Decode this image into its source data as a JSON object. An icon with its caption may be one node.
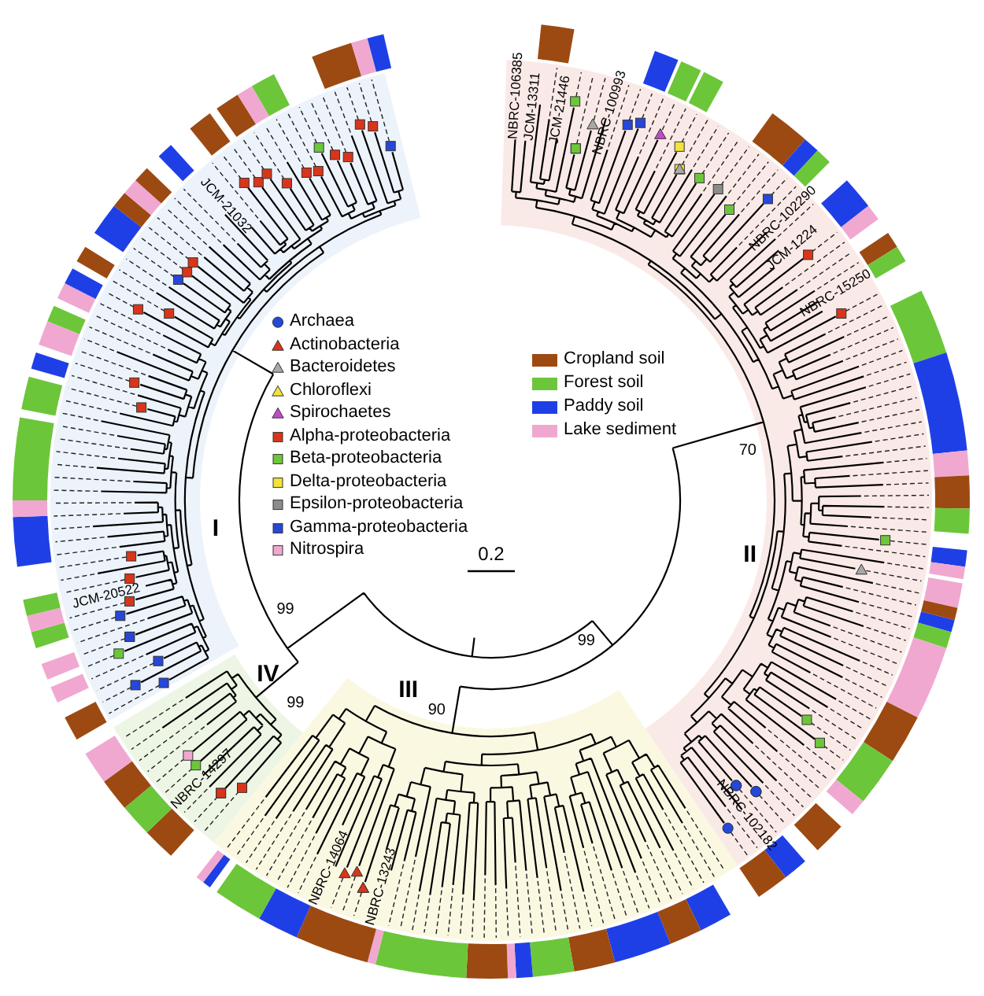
{
  "diagram": {
    "labels": [
      "JCM-21032",
      "NBRC-106385",
      "JCM-13311",
      "JCM-21446",
      "NBRC-100993",
      "NBRC-102290",
      "JCM-1224",
      "NBRC-15250",
      "0.2",
      "I",
      "II",
      "99",
      "99",
      "IV",
      "III",
      "90",
      "99",
      "70",
      "JCM-20522",
      "NBRC-14297",
      "NBRC-14064",
      "NBRC-13243",
      "NBRC-102182"
    ],
    "legend": [
      {
        "text": "Archaea"
      },
      {
        "text": "Actinobacteria"
      },
      {
        "text": "Bacteroidetes"
      },
      {
        "text": "Chloroflexi"
      },
      {
        "text": "Spirochaetes"
      },
      {
        "text": "Alpha-proteobacteria"
      },
      {
        "text": "Beta-proteobacteria"
      },
      {
        "text": "Delta-proteobacteria"
      },
      {
        "text": "Epsilon-proteobacteria"
      },
      {
        "text": "Gamma-proteobacteria"
      },
      {
        "text": "Nitrospira"
      },
      {
        "text": "Cropland soil",
        "color": "#9c4a12"
      },
      {
        "text": "Forest soil",
        "color": "#6cc63a"
      },
      {
        "text": "Paddy soil",
        "color": "#1f3fe6"
      },
      {
        "text": "Lake sediment",
        "color": "#f0a8d0"
      }
    ]
  }
}
